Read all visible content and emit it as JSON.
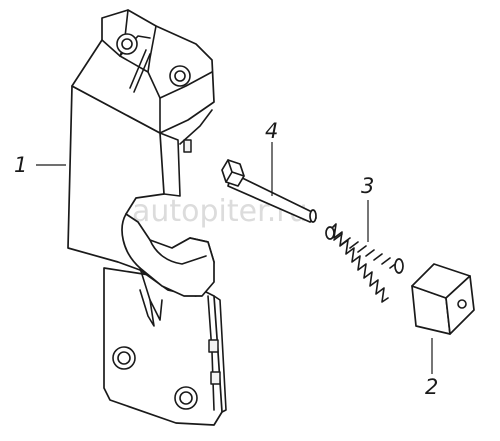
{
  "diagram": {
    "callouts": [
      {
        "id": "part-1",
        "label": "1"
      },
      {
        "id": "part-2",
        "label": "2"
      },
      {
        "id": "part-3",
        "label": "3"
      },
      {
        "id": "part-4",
        "label": "4"
      }
    ]
  },
  "watermark": {
    "text": "autopiter.ru"
  }
}
